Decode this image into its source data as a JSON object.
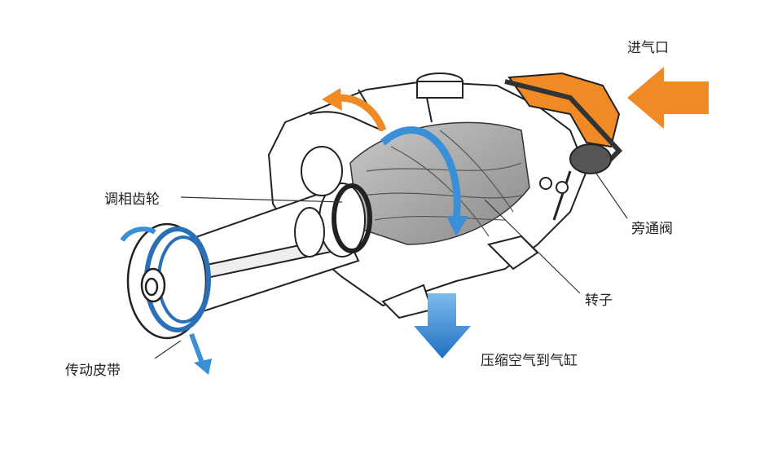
{
  "labels": {
    "intake": "进气口",
    "phasing_gear": "调相齿轮",
    "bypass_valve": "旁通阀",
    "rotor": "转子",
    "drive_belt": "传动皮带",
    "compressed_air": "压缩空气到气缸"
  },
  "colors": {
    "orange": "#f08a24",
    "blue": "#3a8fd6",
    "outline": "#222222",
    "rotor_gray": "#a9a9a9"
  }
}
